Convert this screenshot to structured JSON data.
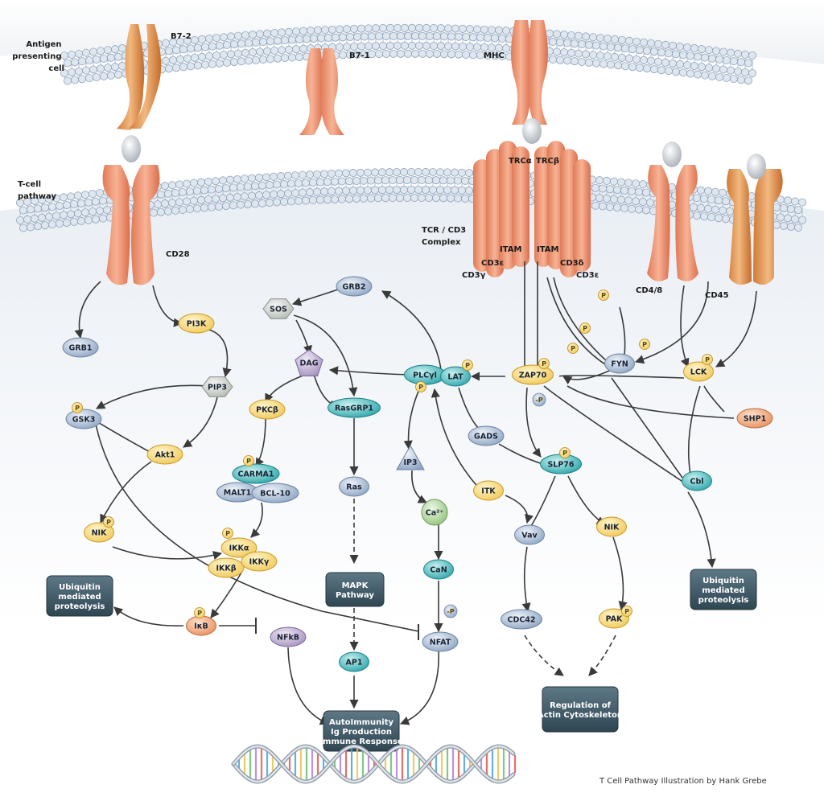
{
  "labels": {
    "apc": [
      "Antigen",
      "presenting",
      "cell"
    ],
    "tcell": [
      "T-cell",
      "pathway"
    ],
    "b72": "B7-2",
    "b71": "B7-1",
    "mhc": "MHC",
    "cd28": "CD28",
    "tcr": [
      "TCR / CD3",
      "Complex"
    ],
    "trca": "TRCα",
    "trcb": "TRCβ",
    "itam1": "ITAM",
    "itam2": "ITAM",
    "cd3e_left": "CD3ε",
    "cd3g": "CD3γ",
    "cd3d": "CD3δ",
    "cd3e_right": "CD3ε",
    "cd48": "CD4/8",
    "cd45": "CD45",
    "minus_p1": "-P",
    "minus_p2": "-P"
  },
  "nodes": {
    "grb1": "GRB1",
    "pi3k": "PI3K",
    "pip3": "PIP3",
    "gsk3": "GSK3",
    "akt1": "Akt1",
    "nik_left": "NIK",
    "ikka": "IKKα",
    "ikkb": "IKKβ",
    "ikkg": "IKKγ",
    "ikb": "IκB",
    "nfkb": "NFkB",
    "sos": "SOS",
    "grb2": "GRB2",
    "dag": "DAG",
    "pkcb": "PKCβ",
    "carma1": "CARMA1",
    "malt1": "MALT1",
    "bcl10": "BCL-10",
    "rasgrp1": "RasGRP1",
    "ras": "Ras",
    "ap1": "AP1",
    "plcg": "PLCγl",
    "lat": "LAT",
    "ip3": "IP3",
    "ca": "Ca²⁺",
    "can": "CaN",
    "nfat": "NFAT",
    "zap70": "ZAP70",
    "gads": "GADS",
    "slp76": "SLP76",
    "itk": "ITK",
    "vav": "Vav",
    "cdc42": "CDC42",
    "nik_right": "NIK",
    "pak": "PAK",
    "fyn": "FYN",
    "lck": "LCK",
    "shp1": "SHP1",
    "cbl": "Cbl"
  },
  "boxes": {
    "ubiq_left": [
      "Ubiquitin",
      "mediated",
      "proteolysis"
    ],
    "mapk": [
      "MAPK",
      "Pathway"
    ],
    "autoimmunity": [
      "AutoImmunity",
      "Ig Production",
      "Immune Response"
    ],
    "actin": [
      "Regulation of",
      "Actin Cytoskeleton"
    ],
    "ubiq_right": [
      "Ubiquitin",
      "mediated",
      "proteolysis"
    ]
  },
  "phospho_label": "P",
  "credit": "T Cell Pathway Illustration by Hank Grebe",
  "colors": {
    "yellow_node": "#f9e08f",
    "blue_node": "#b7c7dd",
    "teal_node": "#5fc1c4",
    "gray_node": "#d6d9d4",
    "purple_node": "#c6b6d6",
    "green_node": "#bfdcae",
    "orange_receptor": "#e9906c",
    "box_dark": "#3e5866",
    "membrane_head": "#d8dfe8",
    "arrow": "#3a3a3a"
  }
}
